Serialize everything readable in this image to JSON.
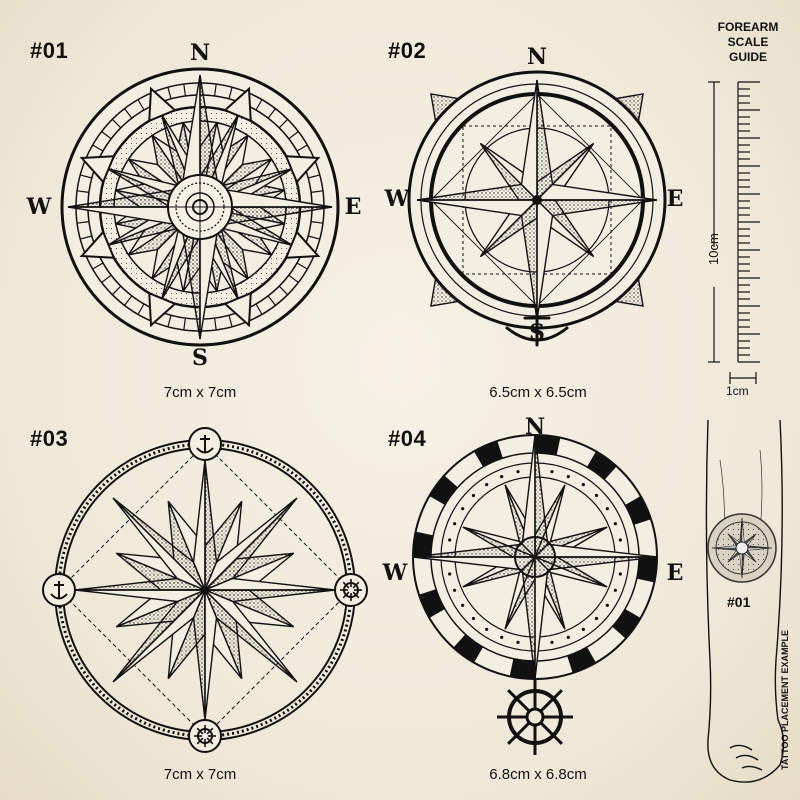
{
  "designs": [
    {
      "code": "#01",
      "size": "7cm x 7cm",
      "n": "N",
      "s": "S",
      "w": "W",
      "e": "E"
    },
    {
      "code": "#02",
      "size": "6.5cm x 6.5cm",
      "n": "N",
      "s": "S",
      "w": "W",
      "e": "E"
    },
    {
      "code": "#03",
      "size": "7cm x 7cm"
    },
    {
      "code": "#04",
      "size": "6.8cm x 6.8cm",
      "n": "N",
      "w": "W",
      "e": "E"
    }
  ],
  "scale_guide": {
    "title_line1": "FOREARM",
    "title_line2": "SCALE",
    "title_line3": "GUIDE",
    "length_label": "10cm",
    "unit_label": "1cm"
  },
  "placement": {
    "design_code": "#01",
    "label": "TATTOO PLACEMENT EXAMPLE"
  },
  "colors": {
    "ink": "#111111",
    "paper": "#f1ebdd",
    "shade": "#9a948a"
  }
}
